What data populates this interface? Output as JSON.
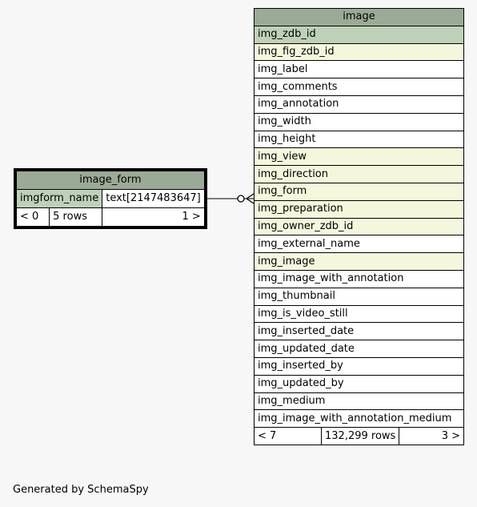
{
  "image_table": {
    "title": "image",
    "columns": [
      {
        "name": "img_zdb_id",
        "kind": "pk"
      },
      {
        "name": "img_fig_zdb_id",
        "kind": "fk"
      },
      {
        "name": "img_label",
        "kind": "plain"
      },
      {
        "name": "img_comments",
        "kind": "plain"
      },
      {
        "name": "img_annotation",
        "kind": "plain"
      },
      {
        "name": "img_width",
        "kind": "plain"
      },
      {
        "name": "img_height",
        "kind": "plain"
      },
      {
        "name": "img_view",
        "kind": "fk"
      },
      {
        "name": "img_direction",
        "kind": "fk"
      },
      {
        "name": "img_form",
        "kind": "fk"
      },
      {
        "name": "img_preparation",
        "kind": "fk"
      },
      {
        "name": "img_owner_zdb_id",
        "kind": "fk"
      },
      {
        "name": "img_external_name",
        "kind": "plain"
      },
      {
        "name": "img_image",
        "kind": "fk"
      },
      {
        "name": "img_image_with_annotation",
        "kind": "plain"
      },
      {
        "name": "img_thumbnail",
        "kind": "plain"
      },
      {
        "name": "img_is_video_still",
        "kind": "plain"
      },
      {
        "name": "img_inserted_date",
        "kind": "plain"
      },
      {
        "name": "img_updated_date",
        "kind": "plain"
      },
      {
        "name": "img_inserted_by",
        "kind": "plain"
      },
      {
        "name": "img_updated_by",
        "kind": "plain"
      },
      {
        "name": "img_medium",
        "kind": "plain"
      },
      {
        "name": "img_image_with_annotation_medium",
        "kind": "plain"
      }
    ],
    "footer": {
      "parents": "< 7",
      "rows": "132,299 rows",
      "children": "3 >"
    }
  },
  "image_form_table": {
    "title": "image_form",
    "column": {
      "name": "imgform_name",
      "type": "text[2147483647]"
    },
    "footer": {
      "parents": "< 0",
      "rows": "5 rows",
      "children": "1 >"
    }
  },
  "footer_text": "Generated by SchemaSpy",
  "colors": {
    "header": "#9baa96",
    "primary_key": "#bed1b8",
    "foreign_key": "#f4f7dc",
    "background": "#f7f7f7"
  }
}
